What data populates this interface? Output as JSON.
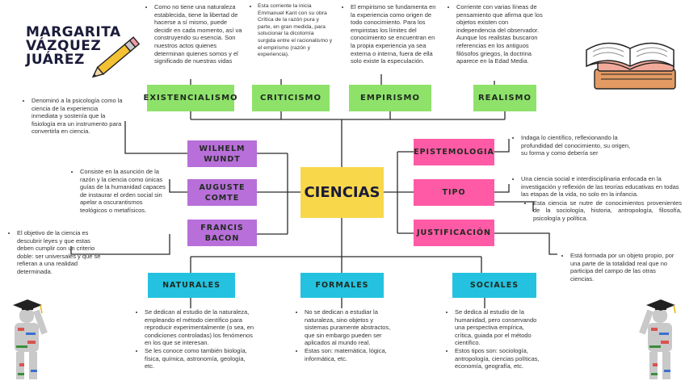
{
  "author": {
    "line1": "MARGARITA",
    "line2": "VÁZQUEZ",
    "line3": "JUÁREZ"
  },
  "center": "CIENCIAS",
  "top": [
    {
      "label": "EXISTENCIALISMO",
      "text": [
        "Como no tiene una naturaleza establecida, tiene la libertad de hacerse a sí mismo, puede decidir en cada momento, así va construyendo su esencia. Son nuestros actos quienes determinan quienes somos y el significado de nuestras vidas"
      ]
    },
    {
      "label": "CRITICISMO",
      "text": [
        "Esta corriente la inicia Emmanuel Kant con su obra Crítica de la razón pura y parte, en gran medida, para solucionar la dicotomía surgida entre el racionalismo y el empirismo (razón y experiencia)."
      ]
    },
    {
      "label": "EMPIRISMO",
      "text": [
        "El empirismo se fundamenta en la experiencia como origen de todo conocimiento. Para los empiristas los límites del conocimiento se encuentran en la propia experiencia ya sea externa o interna, fuera de ella solo existe la especulación."
      ]
    },
    {
      "label": "REALISMO",
      "text": [
        "Corriente con varias líneas de pensamiento que afirma que los objetos existen con independencia del observador. Aunque los realistas buscaron referencias en los antiguos filósofos griegos, la doctrina aparece en la Edad Media."
      ]
    }
  ],
  "left": [
    {
      "label1": "WILHELM",
      "label2": "WUNDT",
      "text": [
        "Denominó a la psicología como la ciencia de la experiencia inmediata y sostenía que la fisiología era un instrumento para convertirla en ciencia."
      ]
    },
    {
      "label1": "AUGUSTE",
      "label2": "COMTE",
      "text": [
        "Consiste en la asunción de la razón y la ciencia como únicas guías de la humanidad capaces de instaurar el orden social sin apelar a oscurantismos teológicos o metafísicos."
      ]
    },
    {
      "label1": "FRANCIS",
      "label2": "BACON",
      "text": [
        "El objetivo de la ciencia es descubrir leyes y que estas deben cumplir con un criterio doble: ser universales y que se refieran a una realidad determinada."
      ]
    }
  ],
  "right": [
    {
      "label": "EPISTEMOLOGIA",
      "text": [
        "Indaga lo científico, reflexionando la profundidad del conocimiento, su origen, su forma y como debería ser"
      ]
    },
    {
      "label": "TIPO",
      "text": [
        "Una ciencia social e interdisciplinaria enfocada en la investigación y reflexión de las teorías educativas en todas las etapas de la vida, no solo en la infancia.",
        "Esta ciencia se nutre de conocimientos provenientes de la sociología, historia, antropología, filosofía, psicología y política."
      ]
    },
    {
      "label": "JUSTIFICACIÓN",
      "text": [
        "Está formada por un objeto propio, por una parte de la totalidad real que no participa del campo de las otras ciencias."
      ]
    }
  ],
  "bottom": [
    {
      "label": "NATURALES",
      "text": [
        "Se dedican al estudio de la naturaleza, empleando el método científico para reproducir experimentalmente (o sea, en condiciones controladas) los fenómenos en los que se interesan.",
        "Se les conoce como también biología, física, química, astronomía, geología, etc."
      ]
    },
    {
      "label": "FORMALES",
      "text": [
        "No se dedican a estudiar la naturaleza, sino objetos y sistemas puramente abstractos, que sin embargo pueden ser aplicados al mundo real.",
        "Estas son: matemática, lógica, informática, etc."
      ]
    },
    {
      "label": "SOCIALES",
      "text": [
        "Se dedica al estudio de la humanidad, pero conservando una perspectiva empírica, crítica, guiada por el método científico.",
        "Estos tipos son: sociología, antropología, ciencias políticas, economía, geografía, etc."
      ]
    }
  ],
  "colors": {
    "green": "#8ee26a",
    "purple": "#b86fd9",
    "pink": "#ff5aa6",
    "blue": "#24c2e0",
    "center": "#f8d84a"
  }
}
